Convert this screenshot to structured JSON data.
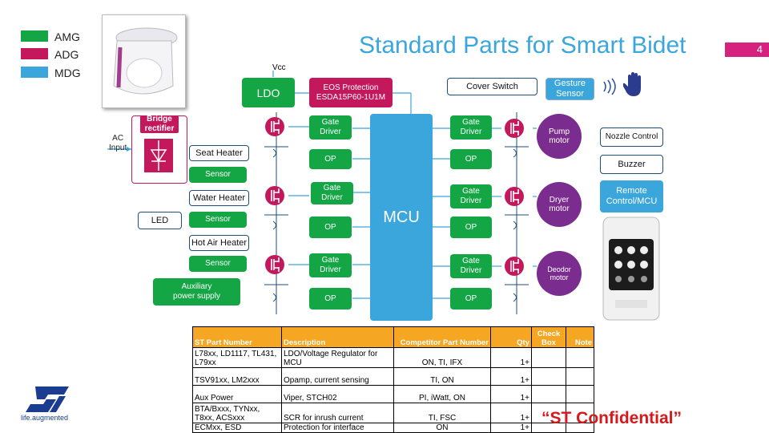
{
  "page": {
    "title": "Standard Parts for Smart Bidet",
    "number": "4"
  },
  "legend": [
    {
      "label": "AMG",
      "color": "#14a545"
    },
    {
      "label": "ADG",
      "color": "#c3195c"
    },
    {
      "label": "MDG",
      "color": "#3aa6dc"
    }
  ],
  "diagram": {
    "vcc": "Vcc",
    "ldo": "LDO",
    "eos": "EOS Protection\nESDA15P60-1U1M",
    "cover_switch": "Cover Switch",
    "gesture_sensor": "Gesture\nSensor",
    "bridge_rectifier": "Bridge\nrectifier",
    "ac_input": "AC\nInput",
    "seat_heater": "Seat Heater",
    "water_heater": "Water Heater",
    "hot_air_heater": "Hot Air Heater",
    "sensor": "Sensor",
    "led": "LED",
    "aux_power": "Auxiliary\npower supply",
    "gate_driver": "Gate\nDriver",
    "op": "OP",
    "mcu": "MCU",
    "pump_motor": "Pump\nmotor",
    "dryer_motor": "Dryer\nmotor",
    "deodor_motor": "Deodor\nmotor",
    "nozzle_control": "Nozzle Control",
    "buzzer": "Buzzer",
    "remote_control": "Remote\nControl/MCU"
  },
  "table": {
    "headers": [
      "ST Part Number",
      "Description",
      "Competitor Part Number",
      "Qty",
      "Check Box",
      "Note"
    ],
    "rows": [
      [
        "L78xx, LD1117, TL431, L79xx",
        "LDO/Voltage Regulator for MCU",
        "ON, TI, IFX",
        "1+",
        "",
        ""
      ],
      [
        "TSV91xx, LM2xxx",
        "Opamp, current sensing",
        "TI, ON",
        "1+",
        "",
        ""
      ],
      [
        "Aux Power",
        "Viper, STCH02",
        "PI, iWatt, ON",
        "1+",
        "",
        ""
      ],
      [
        "BTA/Bxxx, TYNxx, T8xx, ACSxxx",
        "SCR for inrush current",
        "TI, FSC",
        "1+",
        "",
        ""
      ],
      [
        "ECMxx, ESD",
        "Protection for interface",
        "ON",
        "1+",
        "",
        ""
      ]
    ]
  },
  "logo": {
    "brand": "ST",
    "tagline": "life.augmented"
  },
  "confidential": "“ST Confidential”"
}
